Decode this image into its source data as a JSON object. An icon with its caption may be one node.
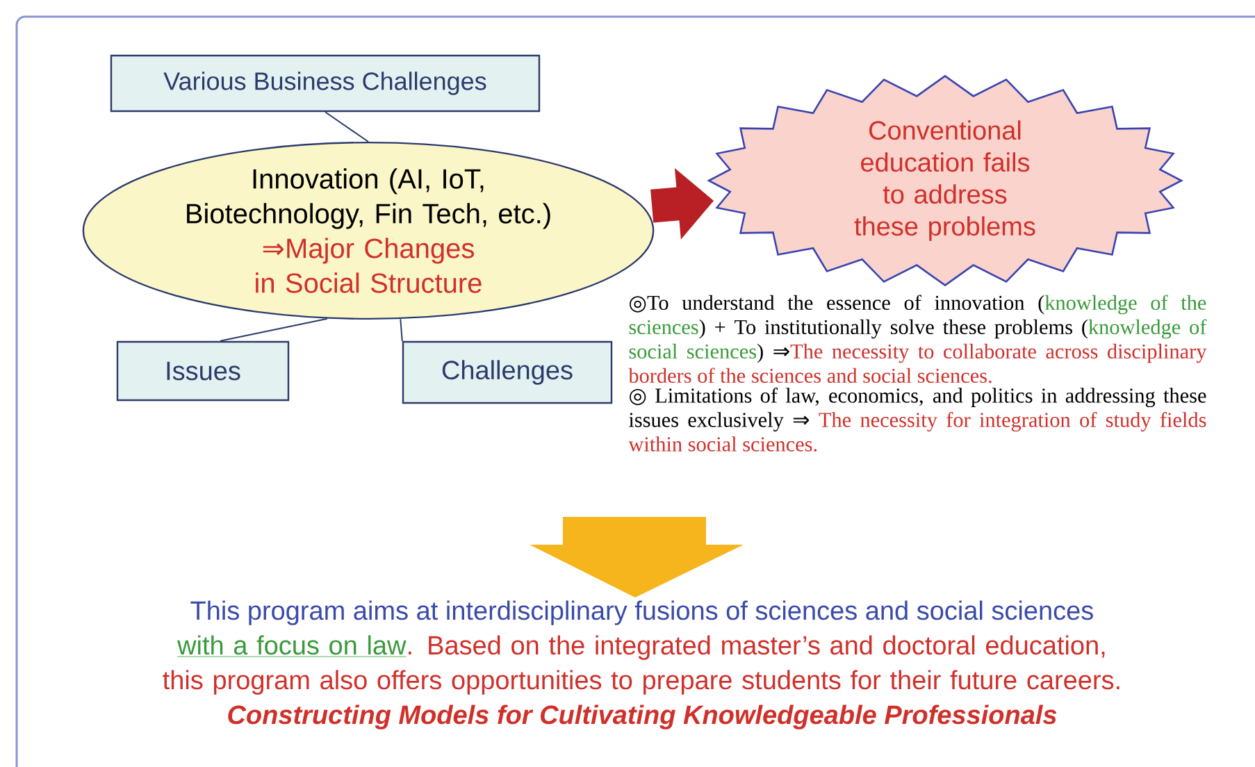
{
  "diagram": {
    "nodes": [
      {
        "text": [
          "Various Business Challenges"
        ]
      },
      {
        "text": [
          "Innovation (AI, IoT, Biotechnology, Fin Tech, etc.)",
          "⇒Major Changes in Social Structure"
        ]
      },
      {
        "text": [
          "Issues"
        ]
      },
      {
        "text": [
          "Challenges"
        ]
      },
      {
        "text": [
          "Conventional education",
          "fails to address these problems"
        ]
      }
    ],
    "edges": [
      {
        "from": 0,
        "to": 1,
        "arrow": "none"
      },
      {
        "from": 1,
        "to": 2,
        "arrow": "none"
      },
      {
        "from": 1,
        "to": 3,
        "arrow": "none"
      },
      {
        "from": 1,
        "to": 4,
        "arrow": "to",
        "style": "thick",
        "color": "#b82025"
      }
    ],
    "labels": [
      "◎To understand the essence of innovation (",
      "knowledge of the sciences",
      ") + To institutionally solve these problems (",
      "knowledge of social sciences",
      ") ⇒",
      "The necessity to collaborate across disciplinary borders of the sciences and social sciences.",
      "◎ Limitations of law, economics, and politics in addressing these issues exclusively ⇒",
      "The necessity for integration of study fields within social sciences.",
      "This program aims at interdisciplinary fusions of sciences and social sciences",
      "with a focus on law",
      ". Based on the integrated master’s and doctoral education, this program also offers opportunities to prepare students for their future careers.",
      "Constructing Models for Cultivating Knowledgeable Professionals"
    ]
  }
}
